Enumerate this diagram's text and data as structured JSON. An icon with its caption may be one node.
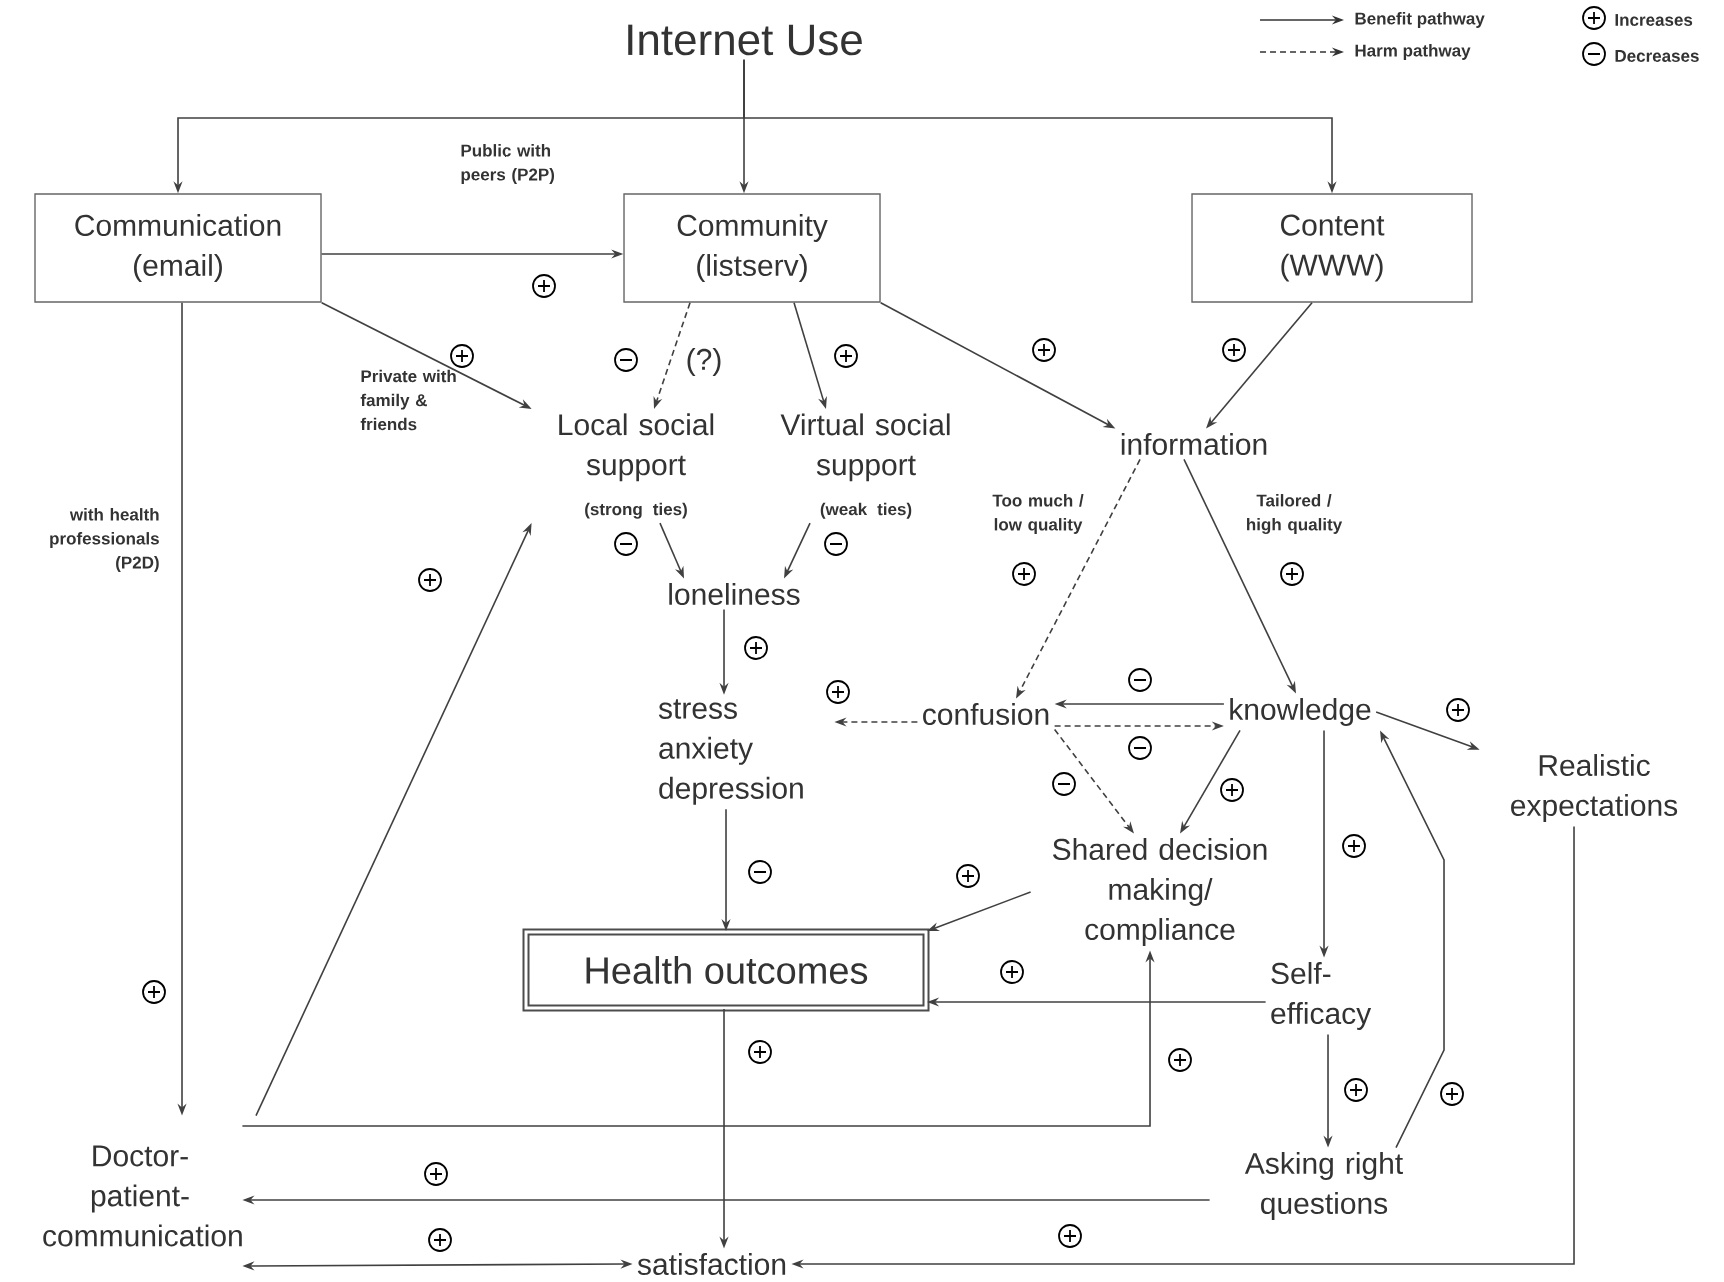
{
  "diagram": {
    "nodes": [
      {
        "text": [
          "Internet Use"
        ]
      },
      {
        "text": [
          "Communication (email)"
        ]
      },
      {
        "text": [
          "Community (listserv)"
        ]
      },
      {
        "text": [
          "Content (WWW)"
        ]
      },
      {
        "text": [
          "Local social support",
          "(strong ties)"
        ]
      },
      {
        "text": [
          "Virtual social support",
          "(weak ties)"
        ]
      },
      {
        "text": [
          "information"
        ]
      },
      {
        "text": [
          "loneliness"
        ]
      },
      {
        "text": [
          "stress anxiety depression"
        ]
      },
      {
        "text": [
          "confusion"
        ]
      },
      {
        "text": [
          "knowledge"
        ]
      },
      {
        "text": [
          "Realistic expectations"
        ]
      },
      {
        "text": [
          "Shared decision making/ compliance"
        ]
      },
      {
        "text": [
          "Health outcomes"
        ]
      },
      {
        "text": [
          "Self- efficacy"
        ]
      },
      {
        "text": [
          "Doctor- patient- communication"
        ]
      },
      {
        "text": [
          "Asking right questions"
        ]
      },
      {
        "text": [
          "satisfaction"
        ]
      }
    ],
    "edges": [
      {
        "from": 0,
        "to": 1,
        "arrow": "to"
      },
      {
        "from": 0,
        "to": 2,
        "arrow": "to"
      },
      {
        "from": 0,
        "to": 3,
        "arrow": "to"
      },
      {
        "from": 1,
        "to": 2,
        "arrow": "to",
        "label": "Public with peers (P2P)"
      },
      {
        "from": 1,
        "to": 4,
        "arrow": "to",
        "label": "Private with family & friends"
      },
      {
        "from": 2,
        "to": 4,
        "arrow": "to",
        "style": "dashed",
        "label": "(?)"
      },
      {
        "from": 2,
        "to": 5,
        "arrow": "to"
      },
      {
        "from": 2,
        "to": 6,
        "arrow": "to"
      },
      {
        "from": 3,
        "to": 6,
        "arrow": "to"
      },
      {
        "from": 1,
        "to": 15,
        "arrow": "to",
        "label": "with health professionals (P2D)"
      },
      {
        "from": 15,
        "to": 4,
        "arrow": "to"
      },
      {
        "from": 4,
        "to": 7,
        "arrow": "to"
      },
      {
        "from": 5,
        "to": 7,
        "arrow": "to"
      },
      {
        "from": 7,
        "to": 8,
        "arrow": "to"
      },
      {
        "from": 8,
        "to": 13,
        "arrow": "to"
      },
      {
        "from": 6,
        "to": 9,
        "arrow": "to",
        "style": "dashed",
        "label": "Too much / low quality"
      },
      {
        "from": 6,
        "to": 10,
        "arrow": "to",
        "label": "Tailored / high quality"
      },
      {
        "from": 9,
        "to": 8,
        "arrow": "to",
        "style": "dashed"
      },
      {
        "from": 10,
        "to": 9,
        "arrow": "to"
      },
      {
        "from": 9,
        "to": 10,
        "arrow": "to",
        "style": "dashed"
      },
      {
        "from": 9,
        "to": 12,
        "arrow": "to",
        "style": "dashed"
      },
      {
        "from": 10,
        "to": 12,
        "arrow": "to"
      },
      {
        "from": 10,
        "to": 11,
        "arrow": "to"
      },
      {
        "from": 10,
        "to": 14,
        "arrow": "to"
      },
      {
        "from": 12,
        "to": 13,
        "arrow": "to"
      },
      {
        "from": 14,
        "to": 13,
        "arrow": "to"
      },
      {
        "from": 15,
        "to": 12,
        "arrow": "to"
      },
      {
        "from": 14,
        "to": 16,
        "arrow": "to"
      },
      {
        "from": 16,
        "to": 10,
        "arrow": "to"
      },
      {
        "from": 16,
        "to": 15,
        "arrow": "to"
      },
      {
        "from": 15,
        "to": 17,
        "arrow": "both"
      },
      {
        "from": 11,
        "to": 17,
        "arrow": "to"
      },
      {
        "from": 13,
        "to": 17,
        "arrow": "to"
      }
    ],
    "legend": [
      {
        "text": "Benefit pathway"
      },
      {
        "text": "Harm pathway"
      },
      {
        "text": "Increases"
      },
      {
        "text": "Decreases"
      }
    ]
  }
}
